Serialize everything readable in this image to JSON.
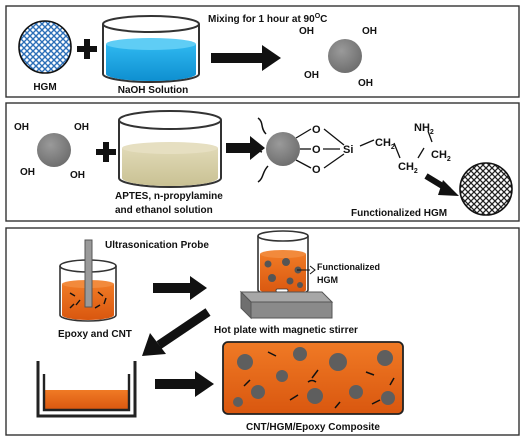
{
  "panel1": {
    "hgm_label": "HGM",
    "naoh_label": "NaOH Solution",
    "mixing_prefix": "Mixing for 1 hour at 90",
    "mixing_unit": "C",
    "mixing_superscript": "O",
    "oh_groups": [
      "OH",
      "OH",
      "OH",
      "OH"
    ]
  },
  "panel2": {
    "oh_groups": [
      "OH",
      "OH",
      "OH",
      "OH"
    ],
    "aptes_label_line1": "APTES, n-propylamine",
    "aptes_label_line2": "and ethanol solution",
    "atom_o": "O",
    "atom_si": "Si",
    "ch2": "CH",
    "nh2": "NH",
    "subscript_2": "2",
    "functionalized_label": "Functionalized  HGM"
  },
  "panel3": {
    "probe_label": "Ultrasonication  Probe",
    "epoxy_cnt_label": "Epoxy and CNT",
    "beaker_label_line1": "Functionalized",
    "beaker_label_line2": "HGM",
    "hotplate_label": "Hot plate with magnetic stirrer",
    "composite_label": "CNT/HGM/Epoxy  Composite"
  },
  "colors": {
    "sphere_gray": "#7f7f7f",
    "naoh_blue": "#12a8e6",
    "aptes_beige": "#d6cfa8",
    "epoxy_orange": "#e86a1a",
    "hgm_mesh_blue": "#2c6fb8"
  }
}
